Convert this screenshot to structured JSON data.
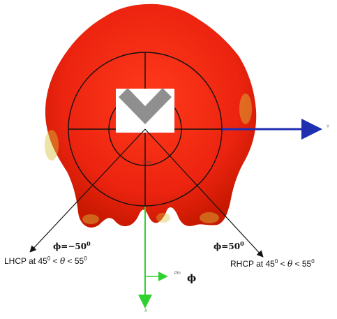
{
  "labels": {
    "left_phi_prefix": "ϕ=",
    "left_phi_value": "−50",
    "left_phi_sup": "0",
    "right_phi_prefix": "ϕ=",
    "right_phi_value": "50",
    "right_phi_sup": "0",
    "left_cp_text": "LHCP at 45",
    "left_cp_lt1": " < ",
    "left_cp_theta": "θ",
    "left_cp_lt2": " < 55",
    "right_cp_text": "RHCP at 45",
    "right_cp_lt1": " < ",
    "right_cp_theta": "θ",
    "right_cp_lt2": " < 55",
    "degree_sup": "0",
    "axis_y": "Y",
    "axis_x": "X",
    "phi_tag": "Phi",
    "phi_symbol": "ϕ",
    "theta_tag": "Theta"
  },
  "colors": {
    "pattern_red": "#ef2a12",
    "pattern_dark": "#c81000",
    "pattern_yellow": "#d9c23a",
    "y_axis": "#1f2fb0",
    "x_axis": "#2fd12f",
    "phi_tag_axis": "#2fd12f",
    "grid": "#111111",
    "logo": "#8f8f8f"
  },
  "icons": {
    "logo": "chevron-down-logo-icon"
  }
}
